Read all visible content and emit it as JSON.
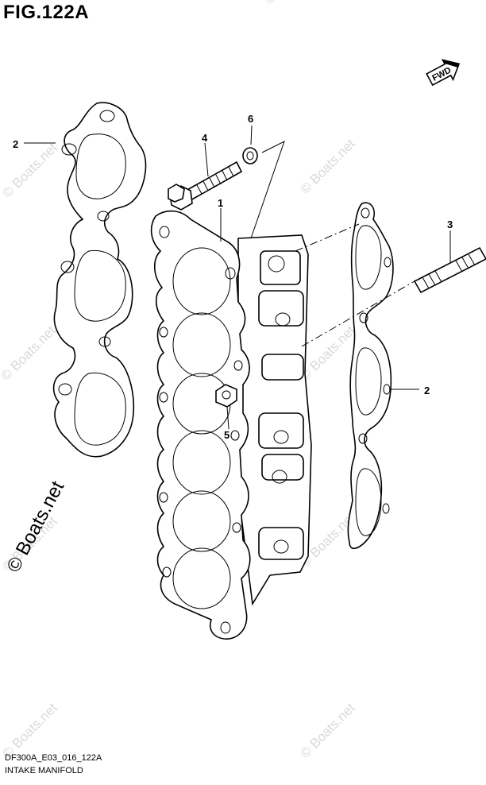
{
  "figure": {
    "title": "FIG.122A",
    "code": "DF300A_E03_016_122A",
    "caption": "INTAKE MANIFOLD",
    "fwd_label": "FWD"
  },
  "callouts": [
    "1",
    "2",
    "2",
    "3",
    "4",
    "5",
    "6"
  ],
  "watermark": {
    "text": "© Boats.net",
    "big_text": "© Boats.net"
  }
}
